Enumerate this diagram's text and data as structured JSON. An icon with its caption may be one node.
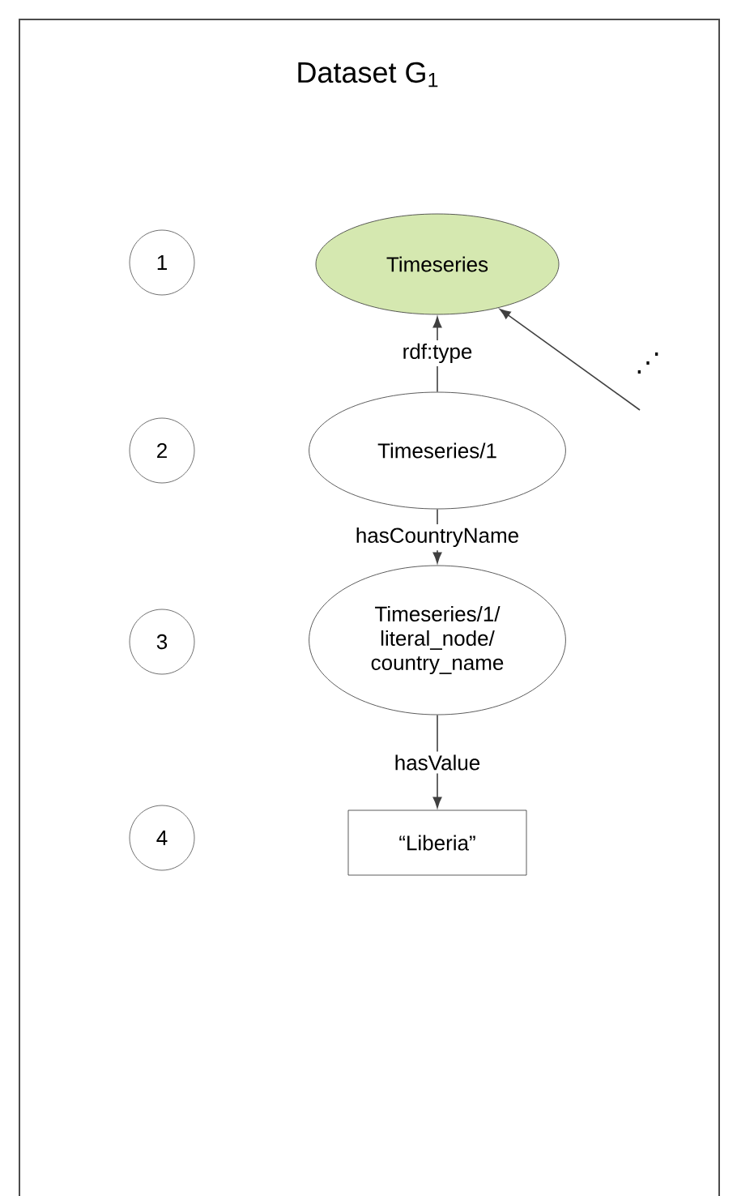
{
  "diagram": {
    "title": "Dataset G$_{1}$",
    "nodes": [
      {
        "text": [
          "1"
        ]
      },
      {
        "text": [
          "Timeseries"
        ]
      },
      {
        "text": [
          "2"
        ]
      },
      {
        "text": [
          "Timeseries/1"
        ]
      },
      {
        "text": [
          "3"
        ]
      },
      {
        "text": [
          "Timeseries/1/ literal_node/ country_name"
        ]
      },
      {
        "text": [
          "4"
        ]
      },
      {
        "text": [
          "“Liberia”"
        ]
      }
    ],
    "edges": [
      {
        "from": 3,
        "to": 1,
        "arrow": "to",
        "label": "rdf:type"
      },
      {
        "from": 3,
        "to": 5,
        "arrow": "to",
        "label": "hasCountryName"
      },
      {
        "from": 5,
        "to": 7,
        "arrow": "to",
        "label": "hasValue"
      },
      {
        "from": null,
        "to": 1,
        "arrow": "to"
      }
    ],
    "labels": [
      "⋰"
    ]
  }
}
